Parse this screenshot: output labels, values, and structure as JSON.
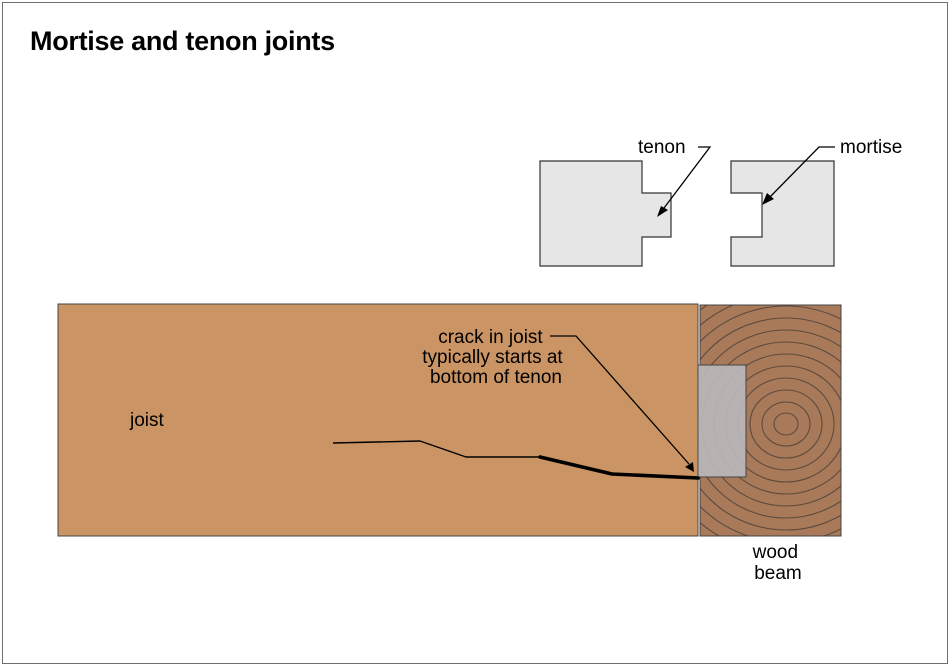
{
  "title": "Mortise and tenon joints",
  "labels": {
    "tenon": "tenon",
    "mortise": "mortise",
    "crack_line1": "crack in joist",
    "crack_line2": "typically starts at",
    "crack_line3": "bottom of tenon",
    "joist": "joist",
    "beam_line1": "wood",
    "beam_line2": "beam"
  },
  "colors": {
    "joist_fill": "#cb9464",
    "beam_fill": "#a87a5a",
    "beam_rings": "#5e4a3c",
    "joint_fill": "#e6e6e6",
    "tenon_in_beam": "#b9b9bb",
    "crack": "#000000",
    "outline": "#333333"
  }
}
